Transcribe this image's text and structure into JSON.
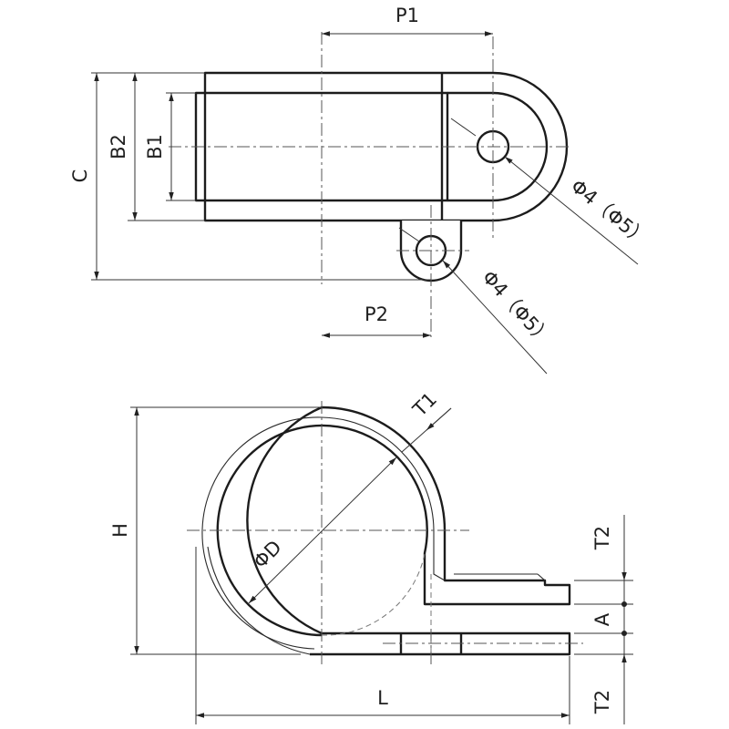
{
  "dimensions": {
    "P1": "P1",
    "P2": "P2",
    "C": "C",
    "B2": "B2",
    "B1": "B1",
    "hole_main": "Φ4（Φ5）",
    "hole_tab": "Φ4（Φ5）",
    "T1": "T1",
    "D": "ΦD",
    "H": "H",
    "L": "L",
    "T2_top": "T2",
    "A": "A",
    "T2_bottom": "T2"
  },
  "colors": {
    "line": "#1c1c1c",
    "background": "#ffffff"
  }
}
